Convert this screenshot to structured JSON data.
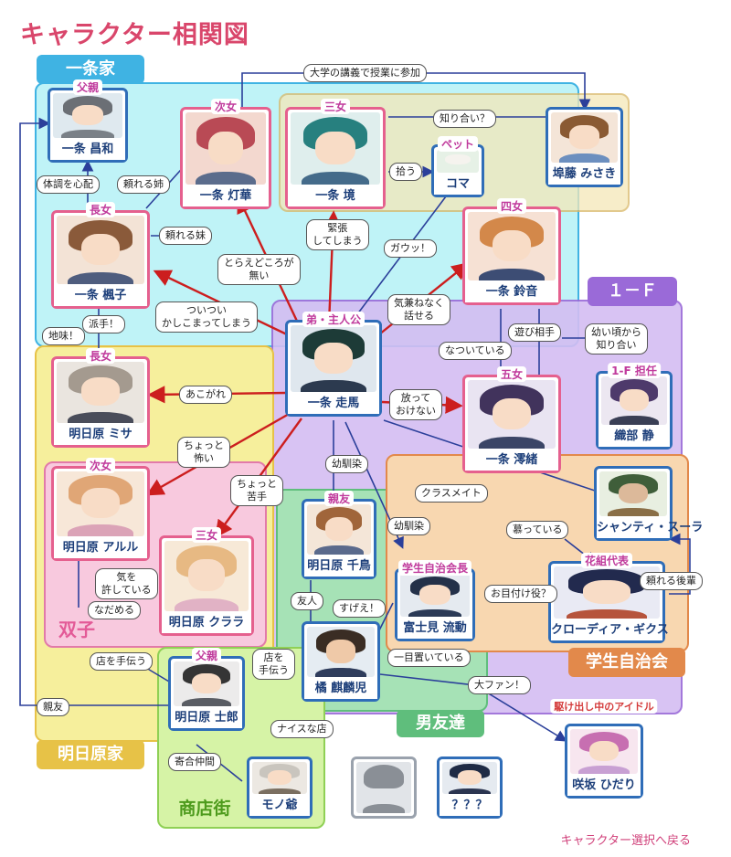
{
  "title": "キャラクター相関図",
  "groups": {
    "ichijo": "一条家",
    "ichiF": "１－Ｆ",
    "asuhara": "明日原家",
    "futago": "双子",
    "otomodachi": "男友達",
    "gakusei": "学生自治会",
    "shotengai": "商店街"
  },
  "characters": {
    "masakazu": {
      "role": "父親",
      "name": "一条 昌和"
    },
    "touka": {
      "role": "次女",
      "name": "一条 灯華"
    },
    "kyou": {
      "role": "三女",
      "name": "一条 境"
    },
    "misaki": {
      "role": "",
      "name": "埠藤 みさき"
    },
    "koma": {
      "role": "ペット",
      "name": "コマ"
    },
    "kaede": {
      "role": "長女",
      "name": "一条 楓子"
    },
    "suzune": {
      "role": "四女",
      "name": "一条 鈴音"
    },
    "souma": {
      "role": "弟・主人公",
      "name": "一条 走馬"
    },
    "misa": {
      "role": "長女",
      "name": "明日原 ミサ"
    },
    "mio": {
      "role": "五女",
      "name": "一条 澪緒"
    },
    "shizuka": {
      "role": "1-F 担任",
      "name": "織部 静"
    },
    "aruru": {
      "role": "次女",
      "name": "明日原 アルル"
    },
    "chidori": {
      "role": "親友",
      "name": "明日原 千鳥"
    },
    "shanti": {
      "role": "",
      "name": "シャンティ・スーラ"
    },
    "kurara": {
      "role": "三女",
      "name": "明日原 クララ"
    },
    "ryudou": {
      "role": "学生自治会長",
      "name": "富士見 流動"
    },
    "claudia": {
      "role": "花組代表",
      "name": "クローディア・ギクス"
    },
    "kirinji": {
      "role": "",
      "name": "橘 麒麟児"
    },
    "shirou": {
      "role": "父親",
      "name": "明日原 士郎"
    },
    "hidari": {
      "role": "駆け出し中のアイドル",
      "name": "咲坂 ひだり"
    },
    "monojii": {
      "role": "",
      "name": "モノ爺"
    },
    "unknown": {
      "role": "",
      "name": "？？？"
    }
  },
  "relations": {
    "daigaku": "大学の講義で授業に参加",
    "shiriai": "知り合い？",
    "taicho": "体調を心配",
    "tayoreru_ane": "頼れる姉",
    "hirou": "拾う",
    "tayoreru_imouto": "頼れる妹",
    "kinchou": "緊張\nしてしまう",
    "gau": "ガウッ！",
    "toraedokoro": "とらえどころが\n無い",
    "tsuitsui": "ついつい\nかしこまってしまう",
    "kikane": "気兼ねなく\n話せる",
    "hade": "派手！",
    "jimi": "地味！",
    "asobi": "遊び相手",
    "osanai": "幼い頃から\n知り合い",
    "natsuite": "なついている",
    "akogare": "あこがれ",
    "hotte": "放って\nおけない",
    "chotto_kowai": "ちょっと\n怖い",
    "osananajimi1": "幼馴染",
    "classmate": "クラスメイト",
    "chotto_nigate": "ちょっと\n苦手",
    "osananajimi2": "幼馴染",
    "shitatte": "慕っている",
    "ki_wo": "気を\n許している",
    "nadameru": "なだめる",
    "omets": "お目付け役？",
    "tayoreru_kouhai": "頼れる後輩",
    "yuujin": "友人",
    "sugee": "すげえ！",
    "ichimoku": "一目置いている",
    "mise_wo_tetsudau1": "店を手伝う",
    "mise_wo_tetsudau2": "店を\n手伝う",
    "daifan": "大ファン！",
    "shinyu": "親友",
    "naisu": "ナイスな店",
    "yoriai": "寄合仲間"
  },
  "back_link": "キャラクター選択へ戻る",
  "colors": {
    "ichijo_bg": "#bff3f7",
    "ichiF_bg": "#d4bdf2",
    "asuhara_bg": "#f6ef9c",
    "futago_bg": "#f8c9de",
    "otomodachi_bg": "#a6e2b6",
    "gakusei_bg": "#f8d7b0",
    "shotengai_bg": "#d6f3a6",
    "accent_red": "#cc1e1e",
    "accent_blue": "#2b3f9a"
  }
}
